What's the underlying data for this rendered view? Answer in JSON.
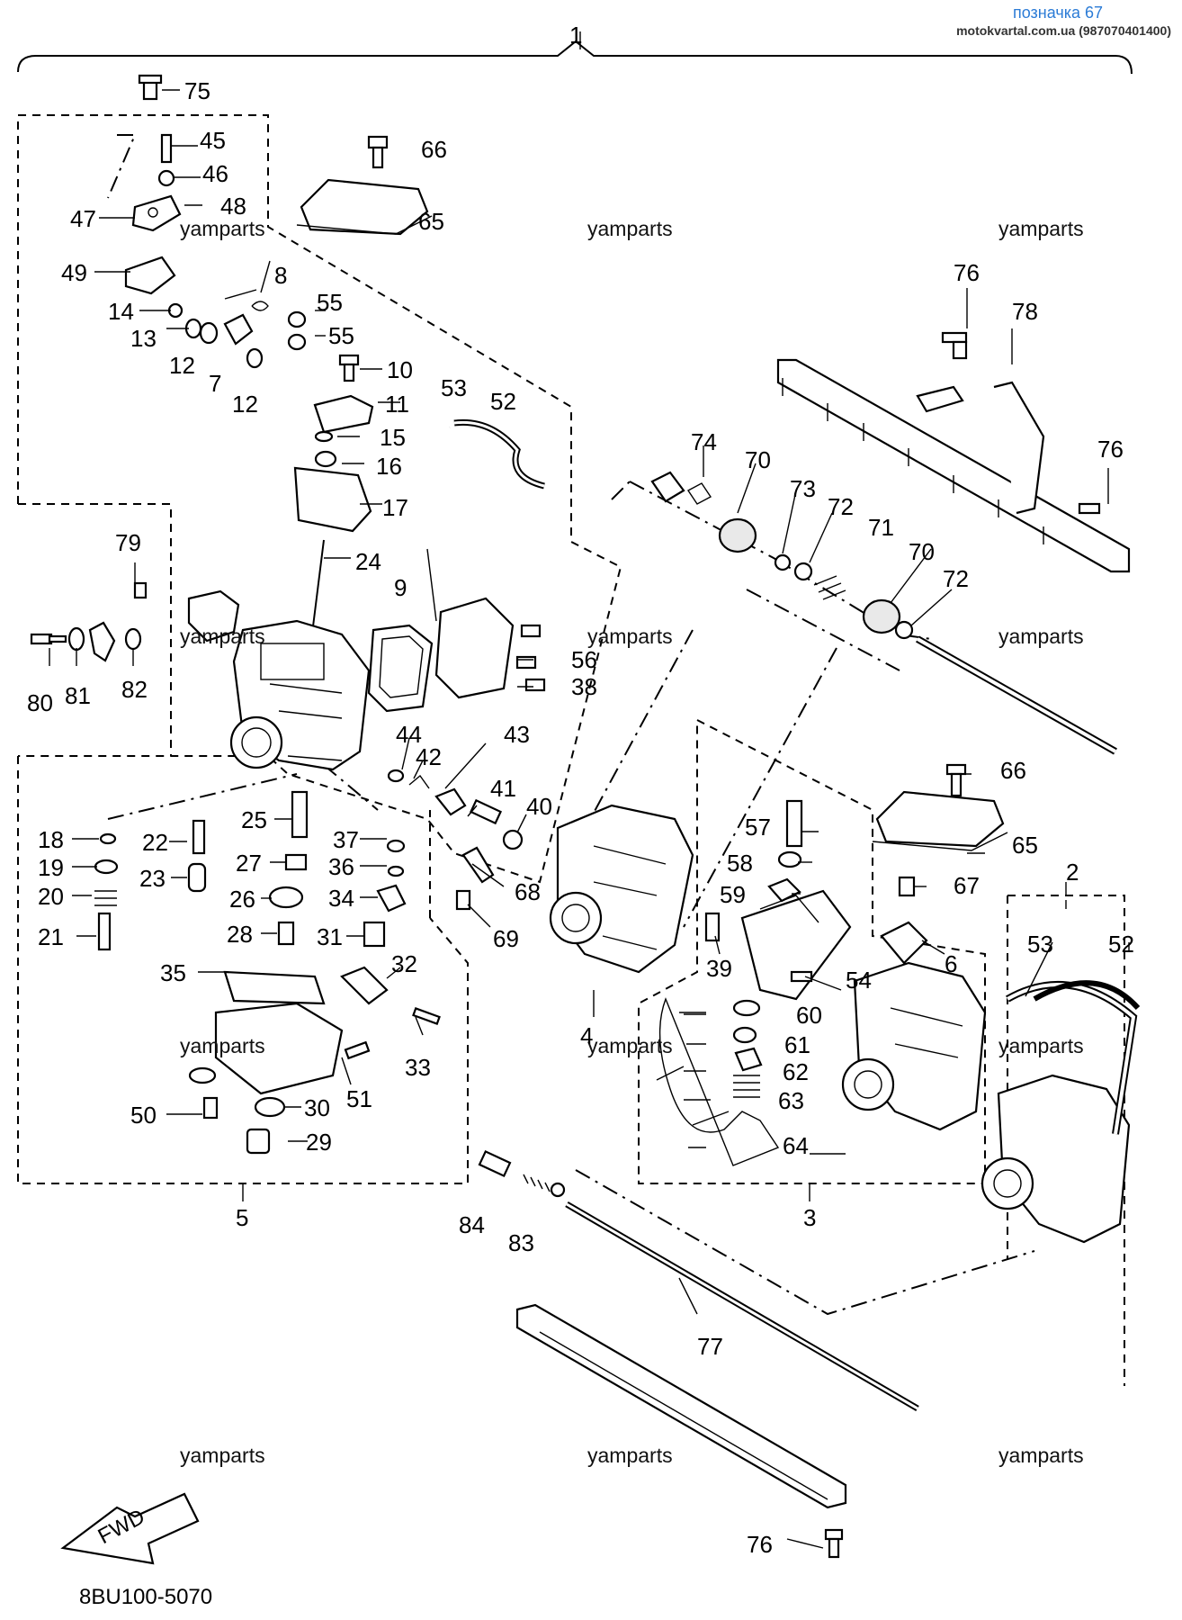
{
  "header": {
    "title": "позначка 67",
    "site": "motokvartal.com.ua (987070401400)"
  },
  "watermark": "yamparts",
  "diagram_code": "8BU100-5070",
  "fwd_label": "FWD",
  "callouts": {
    "n1": "1",
    "n2": "2",
    "n3": "3",
    "n4": "4",
    "n5": "5",
    "n6": "6",
    "n7": "7",
    "n8": "8",
    "n9": "9",
    "n10": "10",
    "n11": "11",
    "n12a": "12",
    "n12b": "12",
    "n13": "13",
    "n14": "14",
    "n15": "15",
    "n16": "16",
    "n17": "17",
    "n18": "18",
    "n19": "19",
    "n20": "20",
    "n21": "21",
    "n22": "22",
    "n23": "23",
    "n24": "24",
    "n25": "25",
    "n26": "26",
    "n27": "27",
    "n28": "28",
    "n29": "29",
    "n30": "30",
    "n31": "31",
    "n32": "32",
    "n33": "33",
    "n34": "34",
    "n35": "35",
    "n36": "36",
    "n37": "37",
    "n38": "38",
    "n39": "39",
    "n40": "40",
    "n41": "41",
    "n42": "42",
    "n43": "43",
    "n44": "44",
    "n45": "45",
    "n46": "46",
    "n47": "47",
    "n48": "48",
    "n49": "49",
    "n50": "50",
    "n51": "51",
    "n52a": "52",
    "n52b": "52",
    "n53a": "53",
    "n53b": "53",
    "n54": "54",
    "n55a": "55",
    "n55b": "55",
    "n56": "56",
    "n57": "57",
    "n58": "58",
    "n59": "59",
    "n60": "60",
    "n61": "61",
    "n62": "62",
    "n63": "63",
    "n64": "64",
    "n65a": "65",
    "n65b": "65",
    "n66a": "66",
    "n66b": "66",
    "n67": "67",
    "n68": "68",
    "n69": "69",
    "n70a": "70",
    "n70b": "70",
    "n71": "71",
    "n72a": "72",
    "n72b": "72",
    "n73": "73",
    "n74": "74",
    "n75": "75",
    "n76a": "76",
    "n76b": "76",
    "n76c": "76",
    "n77": "77",
    "n78": "78",
    "n79": "79",
    "n80": "80",
    "n81": "81",
    "n82": "82",
    "n83": "83",
    "n84": "84"
  }
}
